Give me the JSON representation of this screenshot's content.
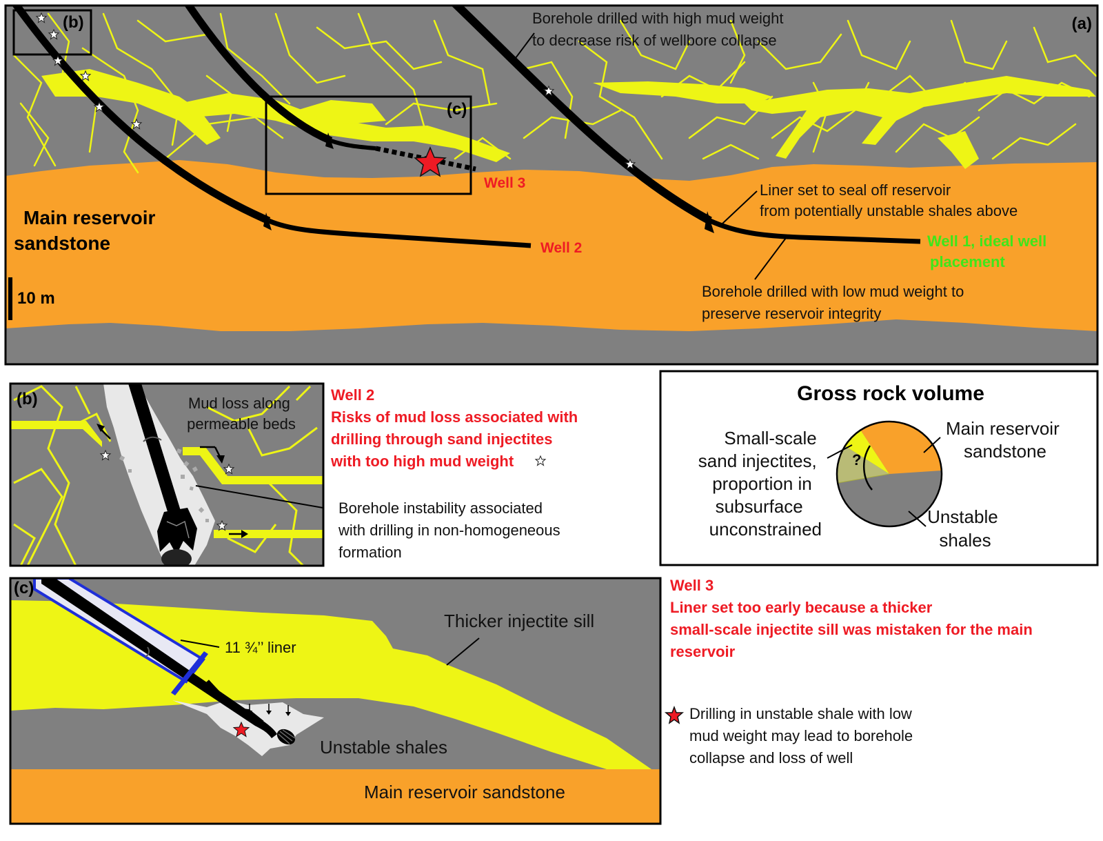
{
  "panel_a": {
    "tag": "(a)",
    "inset_b_tag": "(b)",
    "inset_c_tag": "(c)",
    "main_reservoir_label": [
      "Main reservoir",
      "sandstone"
    ],
    "scale_label": "10 m",
    "well3_label": "Well 3",
    "well2_label": "Well 2",
    "well1_label": [
      "Well 1, ideal well",
      "placement"
    ],
    "high_mud_note": [
      "Borehole drilled with high mud weight",
      "to decrease risk of wellbore collapse"
    ],
    "liner_note": [
      "Liner set to seal off reservoir",
      "from potentially unstable shales above"
    ],
    "low_mud_note": [
      "Borehole drilled with low mud weight to",
      "preserve reservoir integrity"
    ]
  },
  "panel_b": {
    "tag": "(b)",
    "mud_loss_label": [
      "Mud loss along",
      "permeable beds"
    ],
    "instability_label": [
      "Borehole instability associated",
      "with drilling in non-homogeneous",
      "formation"
    ],
    "caption_title": "Well 2",
    "caption_lines": [
      "Risks of mud loss associated with",
      "drilling through sand injectites",
      "with too high mud weight"
    ]
  },
  "gross_rock_volume": {
    "title": "Gross rock volume",
    "injectites_label": [
      "Small-scale",
      "sand injectites,",
      "proportion in",
      "subsurface",
      "unconstrained"
    ],
    "unknown_mark": "?",
    "reservoir_label": [
      "Main reservoir",
      "sandstone"
    ],
    "shales_label": [
      "Unstable",
      "shales"
    ]
  },
  "panel_c": {
    "tag": "(c)",
    "liner_label": "11 ¾’’ liner",
    "sill_label": "Thicker injectite sill",
    "shales_label": "Unstable shales",
    "reservoir_label": "Main reservoir sandstone",
    "caption_title": "Well 3",
    "caption_lines": [
      "Liner set too early because a thicker",
      "small-scale injectite sill was mistaken for the main",
      "reservoir"
    ],
    "collapse_note": [
      "Drilling in unstable shale with low",
      "mud weight may lead to borehole",
      "collapse and loss of well"
    ]
  },
  "colors": {
    "shale": "#808080",
    "sandstone": "#f9a12a",
    "injectite": "#eef515",
    "risk_text": "#ee1b24",
    "ideal_text": "#3ee61a",
    "liner": "#1f2fd8"
  },
  "icons": [
    "star-icon",
    "red-star-icon",
    "drill-bit-icon",
    "arrow-icon"
  ]
}
